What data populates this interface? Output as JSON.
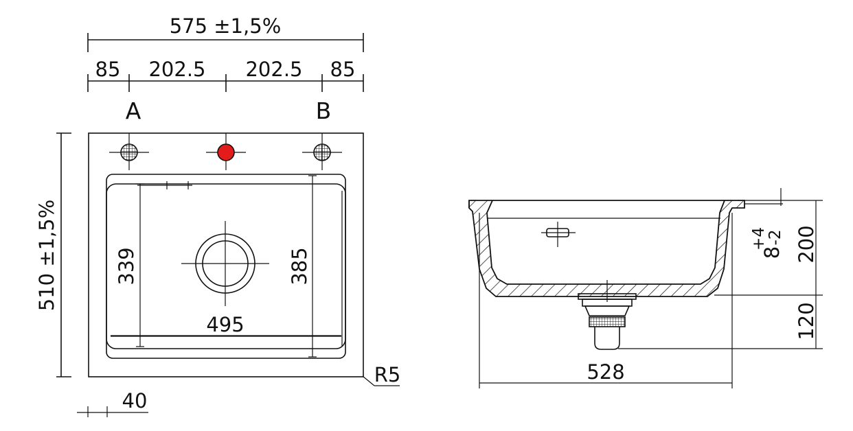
{
  "top_view": {
    "overall_width": "575 ±1,5%",
    "overall_depth": "510 ±1,5%",
    "segments": [
      "85",
      "202.5",
      "202.5",
      "85"
    ],
    "hole_labels": [
      "A",
      "B"
    ],
    "bowl_inner_height": "339",
    "bowl_outer_height": "385",
    "bowl_width": "495",
    "corner_radius": "R5",
    "edge_offset": "40",
    "tap_hole_color": "#e31b1b"
  },
  "side_view": {
    "width": "528",
    "depth": "200",
    "drain_height": "120",
    "tolerance_base": "8",
    "tolerance_plus": "+4",
    "tolerance_minus": "-2"
  }
}
